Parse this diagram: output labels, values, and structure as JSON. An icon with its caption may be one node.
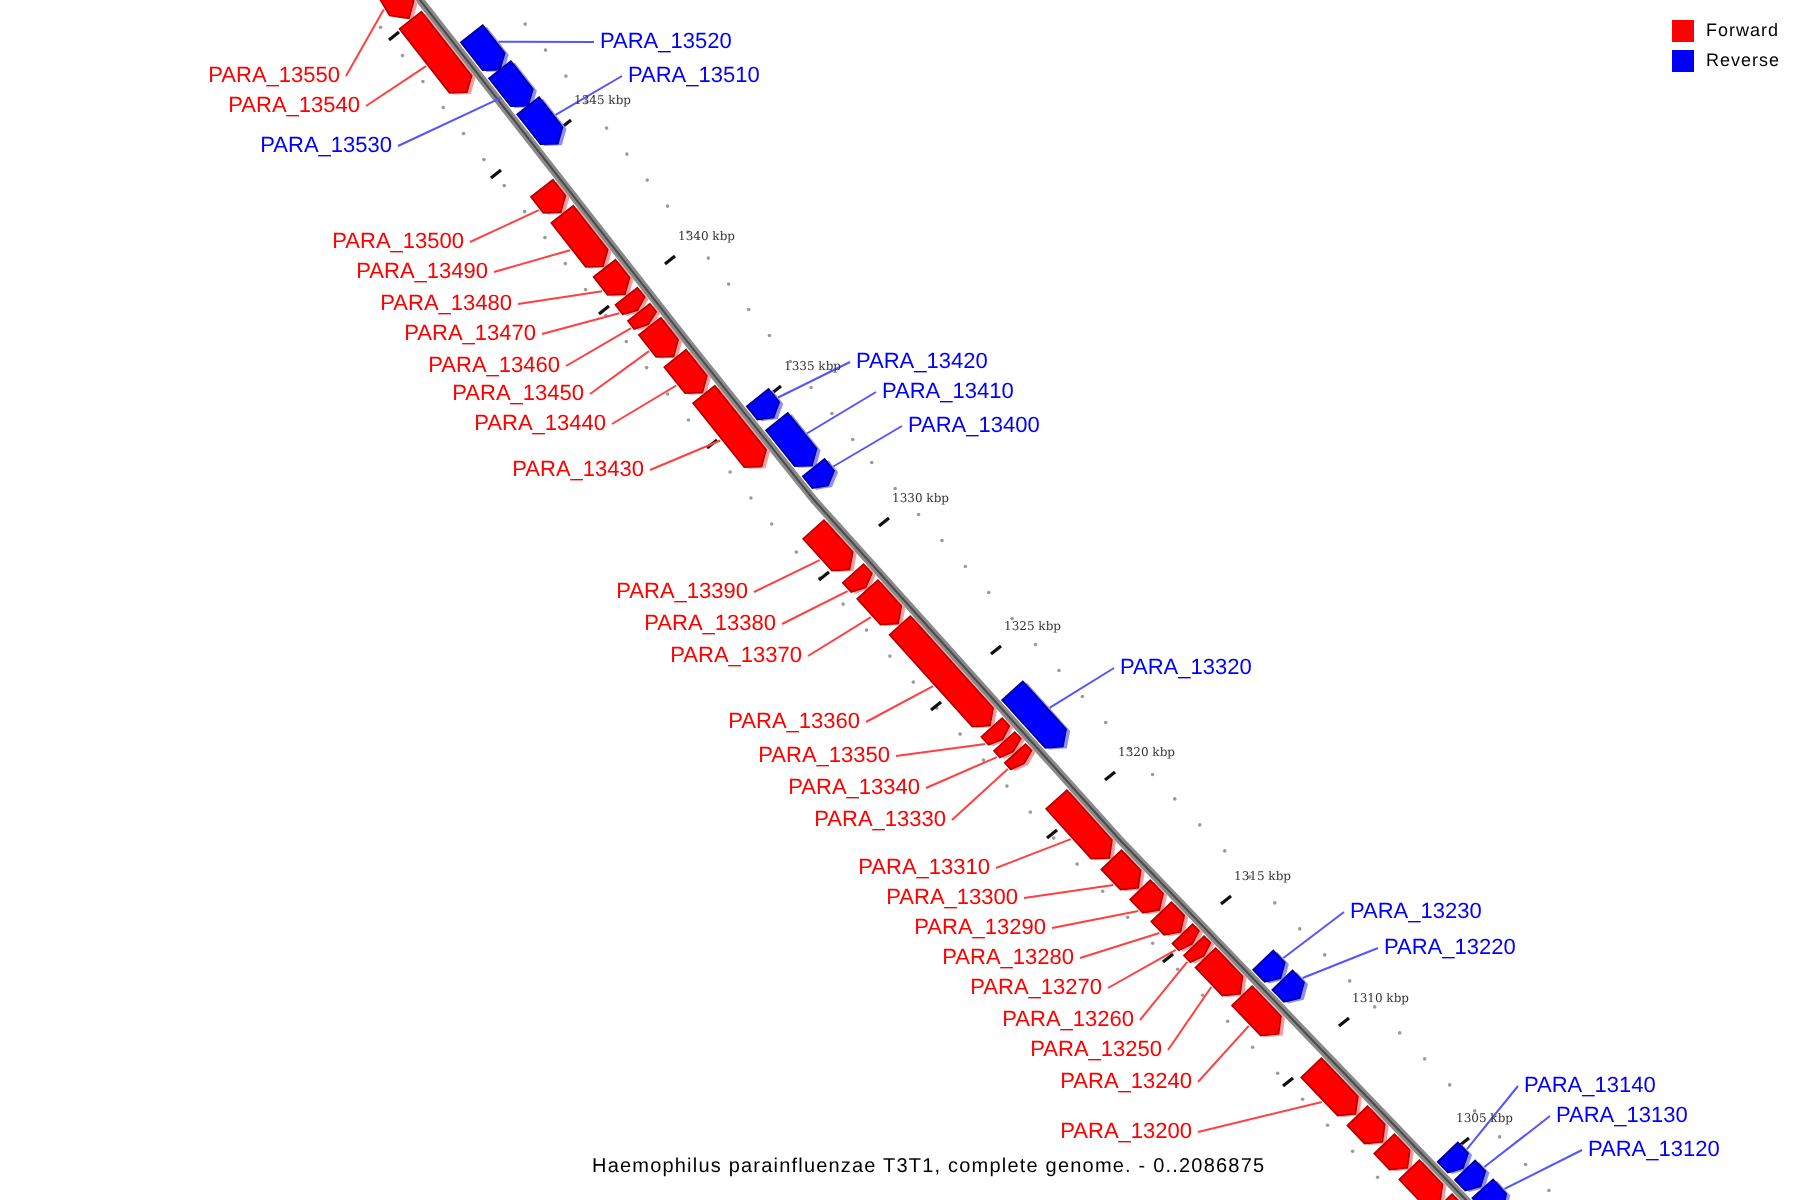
{
  "diagram": {
    "caption": "Haemophilus parainfluenzae T3T1, complete genome. - 0..2086875",
    "nodes": [
      {
        "text": [
          "PARA_13550"
        ]
      },
      {
        "text": [],
        "shape": "bar"
      },
      {
        "text": [
          "PARA_13540"
        ]
      },
      {
        "text": [],
        "shape": "bar"
      },
      {
        "text": [
          "PARA_13520"
        ]
      },
      {
        "text": [],
        "shape": "bar"
      },
      {
        "text": [
          "PARA_13530"
        ]
      },
      {
        "text": [],
        "shape": "bar"
      },
      {
        "text": [
          "PARA_13510"
        ]
      },
      {
        "text": [],
        "shape": "bar"
      },
      {
        "text": [
          "PARA_13500"
        ]
      },
      {
        "text": [],
        "shape": "bar"
      },
      {
        "text": [
          "PARA_13490"
        ]
      },
      {
        "text": [],
        "shape": "bar"
      },
      {
        "text": [
          "PARA_13480"
        ]
      },
      {
        "text": [],
        "shape": "bar"
      },
      {
        "text": [
          "PARA_13470"
        ]
      },
      {
        "text": [],
        "shape": "bar"
      },
      {
        "text": [
          "PARA_13460"
        ]
      },
      {
        "text": [],
        "shape": "bar"
      },
      {
        "text": [
          "PARA_13450"
        ]
      },
      {
        "text": [],
        "shape": "bar"
      },
      {
        "text": [
          "PARA_13440"
        ]
      },
      {
        "text": [],
        "shape": "bar"
      },
      {
        "text": [
          "PARA_13430"
        ]
      },
      {
        "text": [],
        "shape": "bar"
      },
      {
        "text": [
          "PARA_13420"
        ]
      },
      {
        "text": [],
        "shape": "bar"
      },
      {
        "text": [
          "PARA_13410"
        ]
      },
      {
        "text": [],
        "shape": "bar"
      },
      {
        "text": [
          "PARA_13400"
        ]
      },
      {
        "text": [],
        "shape": "bar"
      },
      {
        "text": [
          "PARA_13390"
        ]
      },
      {
        "text": [],
        "shape": "bar"
      },
      {
        "text": [
          "PARA_13380"
        ]
      },
      {
        "text": [],
        "shape": "bar"
      },
      {
        "text": [
          "PARA_13370"
        ]
      },
      {
        "text": [],
        "shape": "bar"
      },
      {
        "text": [
          "PARA_13360"
        ]
      },
      {
        "text": [],
        "shape": "bar"
      },
      {
        "text": [
          "PARA_13320"
        ]
      },
      {
        "text": [],
        "shape": "bar"
      },
      {
        "text": [
          "PARA_13350"
        ]
      },
      {
        "text": [],
        "shape": "bar"
      },
      {
        "text": [
          "PARA_13340"
        ]
      },
      {
        "text": [],
        "shape": "bar"
      },
      {
        "text": [
          "PARA_13330"
        ]
      },
      {
        "text": [],
        "shape": "bar"
      },
      {
        "text": [
          "PARA_13310"
        ]
      },
      {
        "text": [],
        "shape": "bar"
      },
      {
        "text": [
          "PARA_13300"
        ]
      },
      {
        "text": [],
        "shape": "bar"
      },
      {
        "text": [
          "PARA_13290"
        ]
      },
      {
        "text": [],
        "shape": "bar"
      },
      {
        "text": [
          "PARA_13280"
        ]
      },
      {
        "text": [],
        "shape": "bar"
      },
      {
        "text": [
          "PARA_13270"
        ]
      },
      {
        "text": [],
        "shape": "bar"
      },
      {
        "text": [
          "PARA_13260"
        ]
      },
      {
        "text": [],
        "shape": "bar"
      },
      {
        "text": [
          "PARA_13250"
        ]
      },
      {
        "text": [],
        "shape": "bar"
      },
      {
        "text": [
          "PARA_13240"
        ]
      },
      {
        "text": [],
        "shape": "bar"
      },
      {
        "text": [
          "PARA_13230"
        ]
      },
      {
        "text": [],
        "shape": "bar"
      },
      {
        "text": [
          "PARA_13220"
        ]
      },
      {
        "text": [],
        "shape": "bar"
      },
      {
        "text": [
          "PARA_13200"
        ]
      },
      {
        "text": [],
        "shape": "bar"
      },
      {
        "text": [],
        "shape": "bar"
      },
      {
        "text": [],
        "shape": "bar"
      },
      {
        "text": [],
        "shape": "bar"
      },
      {
        "text": [],
        "shape": "bar"
      },
      {
        "text": [
          "PARA_13140"
        ]
      },
      {
        "text": [],
        "shape": "bar"
      },
      {
        "text": [
          "PARA_13130"
        ]
      },
      {
        "text": [],
        "shape": "bar"
      },
      {
        "text": [
          "PARA_13120"
        ]
      },
      {
        "text": [],
        "shape": "bar"
      }
    ],
    "edges": [
      {
        "from": 0,
        "to": 1,
        "arrow": "none"
      },
      {
        "from": 2,
        "to": 3,
        "arrow": "none"
      },
      {
        "from": 4,
        "to": 5,
        "arrow": "none",
        "color": "#5555ff"
      },
      {
        "from": 6,
        "to": 7,
        "arrow": "none",
        "color": "#5555ff"
      },
      {
        "from": 8,
        "to": 9,
        "arrow": "none",
        "color": "#5555ff"
      },
      {
        "from": 10,
        "to": 11,
        "arrow": "none"
      },
      {
        "from": 12,
        "to": 13,
        "arrow": "none"
      },
      {
        "from": 14,
        "to": 15,
        "arrow": "none"
      },
      {
        "from": 16,
        "to": 17,
        "arrow": "none"
      },
      {
        "from": 18,
        "to": 19,
        "arrow": "none"
      },
      {
        "from": 20,
        "to": 21,
        "arrow": "none"
      },
      {
        "from": 22,
        "to": 23,
        "arrow": "none"
      },
      {
        "from": 24,
        "to": 25,
        "arrow": "none"
      },
      {
        "from": 26,
        "to": 27,
        "arrow": "none",
        "color": "#5555ff"
      },
      {
        "from": 28,
        "to": 29,
        "arrow": "none",
        "color": "#5555ff"
      },
      {
        "from": 30,
        "to": 31,
        "arrow": "none",
        "color": "#5555ff"
      },
      {
        "from": 32,
        "to": 33,
        "arrow": "none"
      },
      {
        "from": 34,
        "to": 35,
        "arrow": "none"
      },
      {
        "from": 36,
        "to": 37,
        "arrow": "none"
      },
      {
        "from": 38,
        "to": 39,
        "arrow": "none"
      },
      {
        "from": 40,
        "to": 41,
        "arrow": "none",
        "color": "#5555ff"
      },
      {
        "from": 42,
        "to": 43,
        "arrow": "none"
      },
      {
        "from": 44,
        "to": 45,
        "arrow": "none"
      },
      {
        "from": 46,
        "to": 47,
        "arrow": "none"
      },
      {
        "from": 48,
        "to": 49,
        "arrow": "none"
      },
      {
        "from": 50,
        "to": 51,
        "arrow": "none"
      },
      {
        "from": 52,
        "to": 53,
        "arrow": "none"
      },
      {
        "from": 54,
        "to": 55,
        "arrow": "none"
      },
      {
        "from": 56,
        "to": 57,
        "arrow": "none"
      },
      {
        "from": 58,
        "to": 59,
        "arrow": "none"
      },
      {
        "from": 60,
        "to": 61,
        "arrow": "none"
      },
      {
        "from": 62,
        "to": 63,
        "arrow": "none"
      },
      {
        "from": 64,
        "to": 65,
        "arrow": "none",
        "color": "#5555ff"
      },
      {
        "from": 66,
        "to": 67,
        "arrow": "none",
        "color": "#5555ff"
      },
      {
        "from": 68,
        "to": 69,
        "arrow": "none"
      },
      {
        "from": 74,
        "to": 75,
        "arrow": "none",
        "color": "#5555ff"
      },
      {
        "from": 76,
        "to": 77,
        "arrow": "none",
        "color": "#5555ff"
      },
      {
        "from": 78,
        "to": 79,
        "arrow": "none",
        "color": "#5555ff"
      }
    ],
    "labels": [
      "1345 kbp",
      "1340 kbp",
      "1335 kbp",
      "1330 kbp",
      "1325 kbp",
      "1320 kbp",
      "1315 kbp",
      "1310 kbp",
      "1305 kbp"
    ],
    "legend": [
      {
        "text": "Forward",
        "color": "#ff0000"
      },
      {
        "text": "Reverse",
        "color": "#0000ff"
      }
    ]
  }
}
